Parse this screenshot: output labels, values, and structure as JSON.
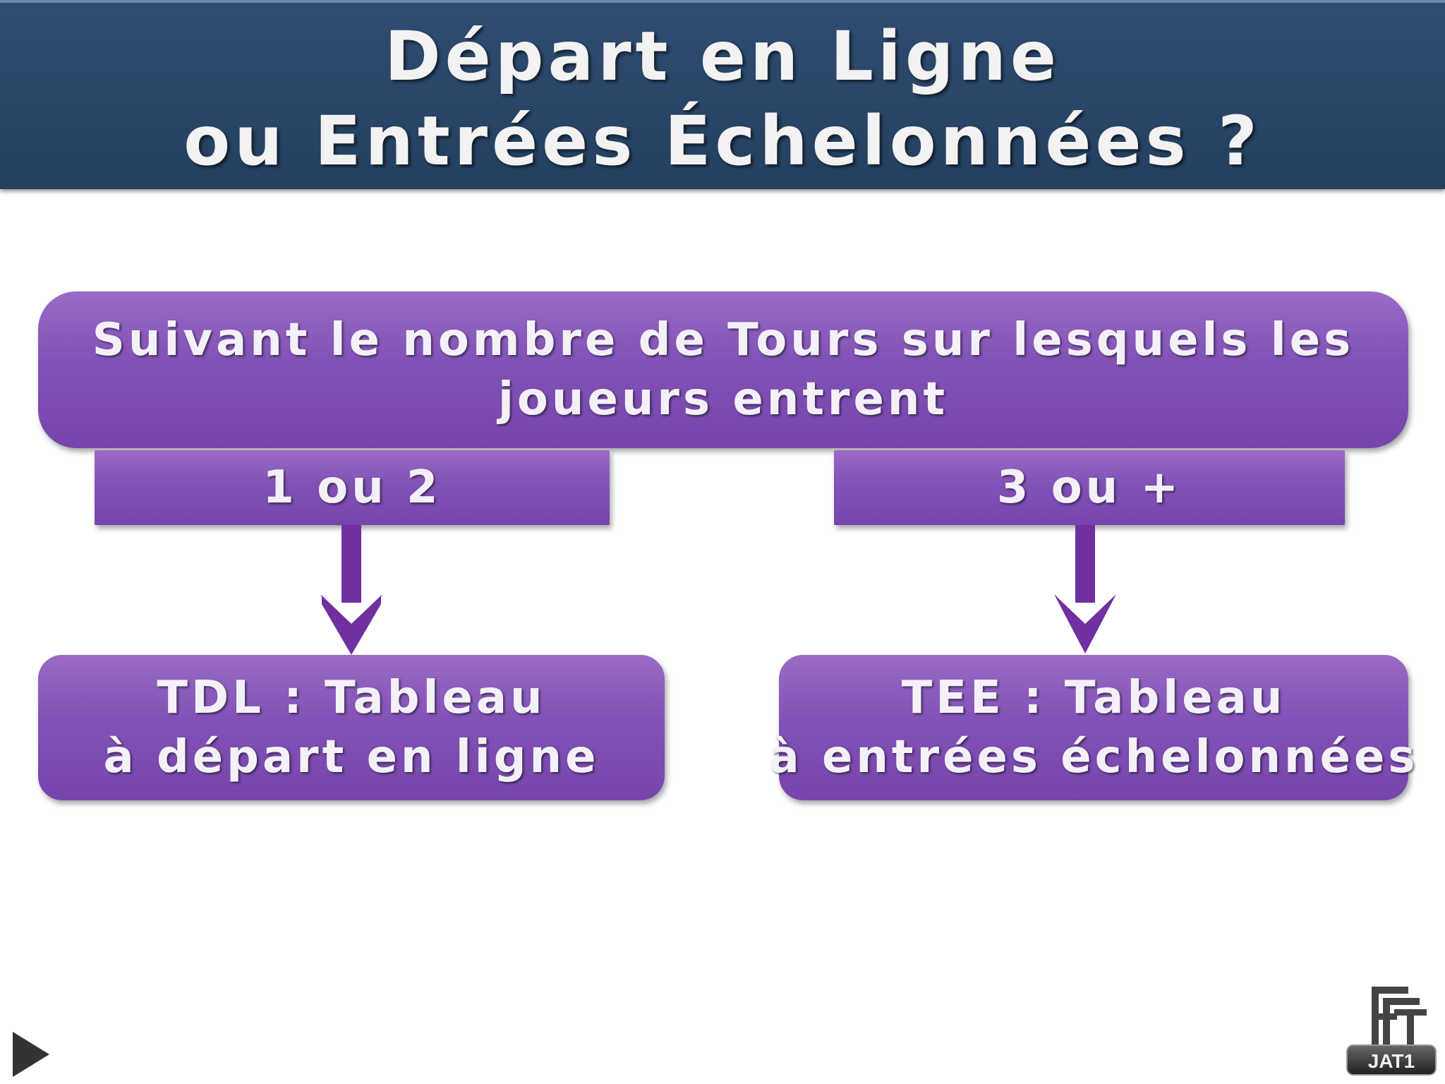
{
  "title": {
    "line1": "Départ en Ligne",
    "line2": "ou Entrées Échelonnées ?"
  },
  "diagram": {
    "root": {
      "line1": "Suivant le nombre de Tours sur lesquels les",
      "line2": "joueurs entrent"
    },
    "branches": [
      {
        "condition": "1 ou 2",
        "result_line1": "TDL : Tableau",
        "result_line2": "à départ en ligne"
      },
      {
        "condition": "3 ou +",
        "result_line1": "TEE : Tableau",
        "result_line2": "à entrées échelonnées"
      }
    ]
  },
  "footer": {
    "logo_badge": "JAT1",
    "nav_icon": "play-triangle-icon"
  },
  "colors": {
    "title_bar": "#2f4c72",
    "box_purple": "#8152b6",
    "arrow_purple": "#7030a0"
  }
}
